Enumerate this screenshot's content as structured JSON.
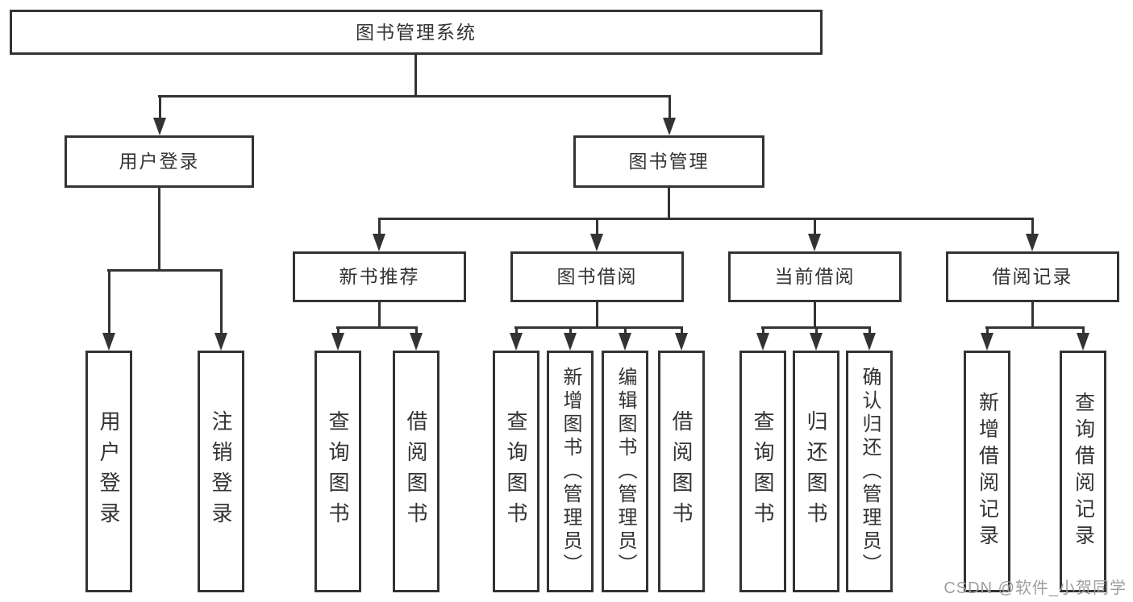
{
  "diagram": {
    "root": "图书管理系统",
    "branches": [
      {
        "label": "用户登录",
        "children": [
          "用户登录",
          "注销登录"
        ]
      },
      {
        "label": "图书管理",
        "groups": [
          {
            "label": "新书推荐",
            "children": [
              "查询图书",
              "借阅图书"
            ]
          },
          {
            "label": "图书借阅",
            "children": [
              "查询图书",
              "新增图书（管理员）",
              "编辑图书（管理员）",
              "借阅图书"
            ]
          },
          {
            "label": "当前借阅",
            "children": [
              "查询图书",
              "归还图书",
              "确认归还（管理员）"
            ]
          },
          {
            "label": "借阅记录",
            "children": [
              "新增借阅记录",
              "查询借阅记录"
            ]
          }
        ]
      }
    ]
  },
  "watermark": "CSDN @软件_小贺同学",
  "colors": {
    "line": "#333333",
    "box_background": "#ffffff",
    "text": "#333333",
    "watermark": "#9e9e9e"
  }
}
